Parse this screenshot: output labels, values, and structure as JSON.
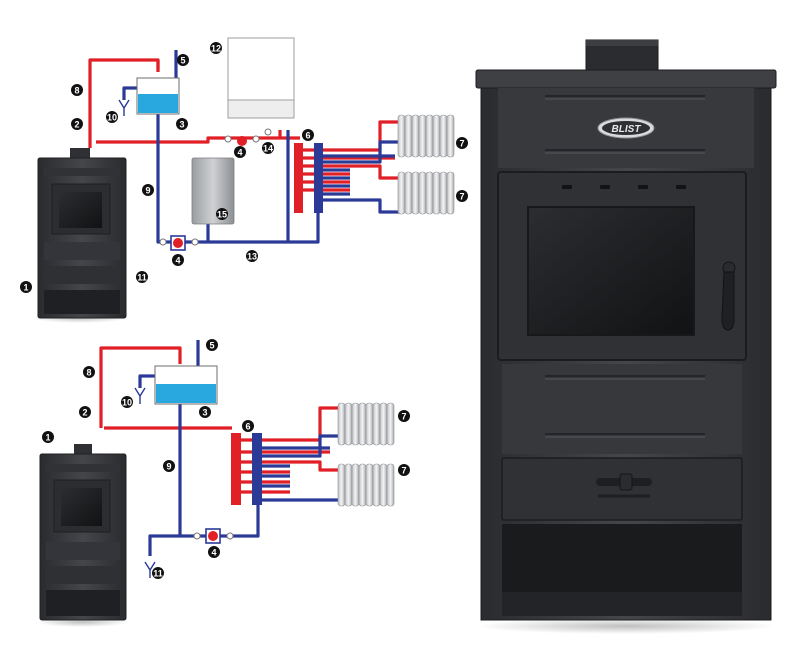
{
  "brand": {
    "logo_text": "BLIST"
  },
  "schematic_top": {
    "markers": [
      {
        "id": "1",
        "label": "1"
      },
      {
        "id": "2",
        "label": "2"
      },
      {
        "id": "3",
        "label": "3"
      },
      {
        "id": "4",
        "label": "4"
      },
      {
        "id": "5",
        "label": "5"
      },
      {
        "id": "6",
        "label": "6"
      },
      {
        "id": "7a",
        "label": "7"
      },
      {
        "id": "7b",
        "label": "7"
      },
      {
        "id": "8",
        "label": "8"
      },
      {
        "id": "9",
        "label": "9"
      },
      {
        "id": "10",
        "label": "10"
      },
      {
        "id": "11",
        "label": "11"
      },
      {
        "id": "12",
        "label": "12"
      },
      {
        "id": "13",
        "label": "13"
      },
      {
        "id": "14",
        "label": "14"
      },
      {
        "id": "15",
        "label": "15"
      }
    ]
  },
  "schematic_bottom": {
    "markers": [
      {
        "id": "1",
        "label": "1"
      },
      {
        "id": "2",
        "label": "2"
      },
      {
        "id": "3",
        "label": "3"
      },
      {
        "id": "4",
        "label": "4"
      },
      {
        "id": "5",
        "label": "5"
      },
      {
        "id": "6",
        "label": "6"
      },
      {
        "id": "7a",
        "label": "7"
      },
      {
        "id": "7b",
        "label": "7"
      },
      {
        "id": "8",
        "label": "8"
      },
      {
        "id": "9",
        "label": "9"
      },
      {
        "id": "10",
        "label": "10"
      },
      {
        "id": "11",
        "label": "11"
      }
    ]
  },
  "colors": {
    "hot_pipe": "#e01f26",
    "cold_pipe": "#2b3a97",
    "stove_body": "#3a3b3e",
    "expansion_water": "#29a8e0"
  }
}
